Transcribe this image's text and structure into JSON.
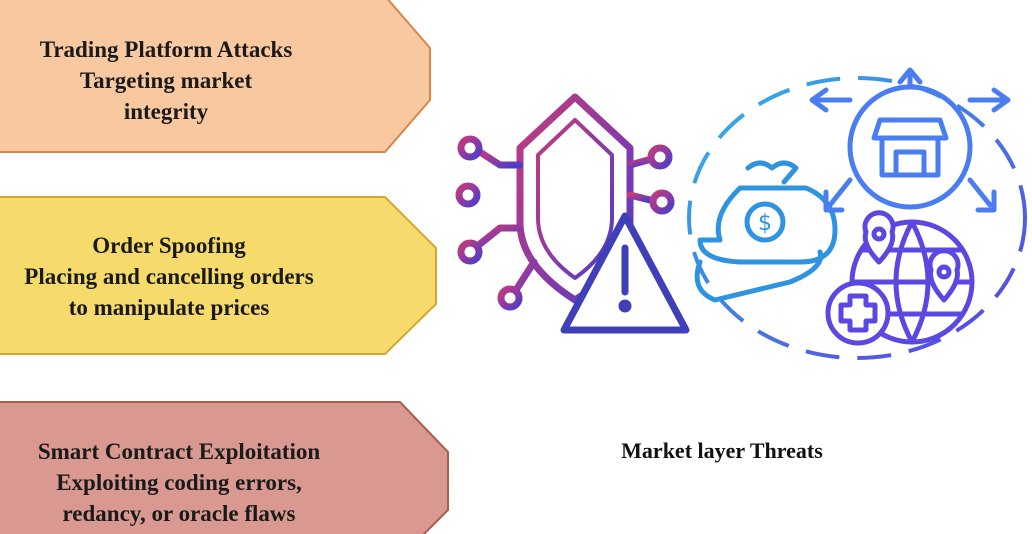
{
  "cards": [
    {
      "title": "Trading Platform Attacks",
      "line2": "Targeting market",
      "line3": "integrity",
      "fill": "#f8c9a1",
      "stroke": "#d8874a"
    },
    {
      "title": "Order Spoofing",
      "line2": "Placing and cancelling orders",
      "line3": "to manipulate prices",
      "fill": "#f6da6c",
      "stroke": "#cfa830"
    },
    {
      "title": "Smart Contract Exploitation",
      "line2": "Exploiting coding errors,",
      "line3": "redancy, or oracle flaws",
      "fill": "#da9990",
      "stroke": "#a85d4f"
    }
  ],
  "caption": "Market layer Threats",
  "icons": [
    "shield-circuit-icon",
    "warning-triangle-icon",
    "money-bag-hand-icon",
    "storefront-arrows-icon",
    "globe-location-pins-icon",
    "plus-circle-icon"
  ]
}
